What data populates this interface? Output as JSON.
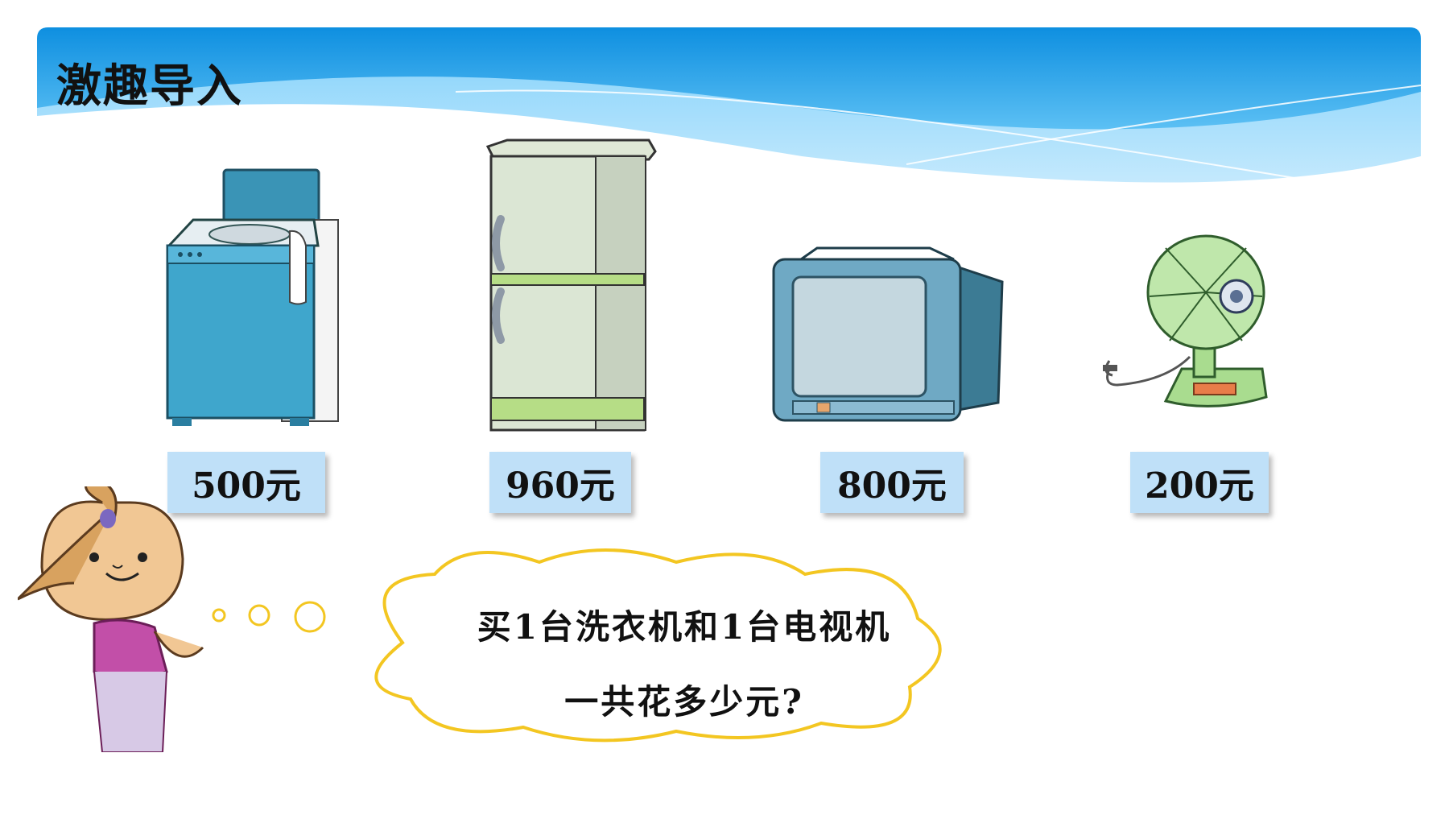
{
  "slide": {
    "title": "激趣导入"
  },
  "products": [
    {
      "icon": "washing-machine-icon",
      "price": "500元"
    },
    {
      "icon": "refrigerator-icon",
      "price": "960元"
    },
    {
      "icon": "television-icon",
      "price": "800元"
    },
    {
      "icon": "electric-fan-icon",
      "price": "200元"
    }
  ],
  "thought_bubble": {
    "line1": "买1台洗衣机和1台电视机",
    "line2": "一共花多少元?"
  },
  "colors": {
    "banner_blue": "#1e9be6",
    "price_tag": "#bfe0f8",
    "appliance_blue": "#3aa6c8",
    "fridge_green": "#b9e28a",
    "cloud_outline": "#f3c621"
  }
}
